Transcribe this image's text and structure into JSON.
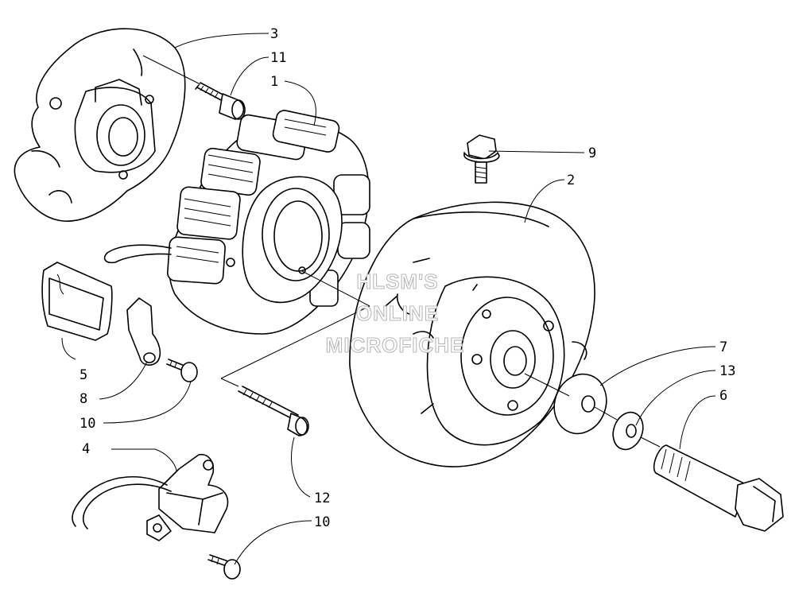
{
  "callouts": {
    "c1": "1",
    "c2": "2",
    "c3": "3",
    "c4": "4",
    "c5": "5",
    "c6": "6",
    "c7": "7",
    "c8": "8",
    "c9": "9",
    "c10a": "10",
    "c10b": "10",
    "c11": "11",
    "c12": "12",
    "c13": "13"
  },
  "watermark": {
    "line1": "HLSM'S",
    "line2": "ONLINE",
    "line3": "MICROFICHE"
  }
}
